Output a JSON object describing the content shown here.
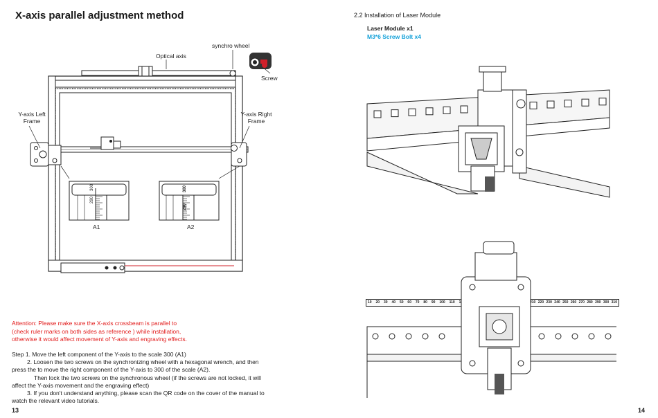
{
  "left_page": {
    "title": "X-axis parallel adjustment method",
    "labels": {
      "synchro_wheel": "synchro wheel",
      "optical_axis": "Optical axis",
      "screw": "Screw",
      "y_left_frame_1": "Y-axis Left",
      "y_left_frame_2": "Frame",
      "y_right_frame_1": "Y-axis Right",
      "y_right_frame_2": "Frame",
      "a1": "A1",
      "a2": "A2"
    },
    "ruler_marks": {
      "a1_low": "290",
      "a1_high": "300",
      "a2_high": "300",
      "a2_low": "290"
    },
    "attention": [
      "Attention: Please make sure the X-axis crossbeam is parallel to",
      "(check ruler marks on both sides as reference ) while installation,",
      "otherwise it would affect movement of Y-axis and engraving effects."
    ],
    "steps": [
      "Step 1. Move the left component of the Y-axis to the scale 300 (A1)",
      "2. Loosen the two screws on the synchronizing wheel with a hexagonal wrench, and then",
      "press the  to move the right component of the Y-axis to 300 of the scale (A2).",
      "Then lock the two screws on the synchronous wheel (if the screws are not locked, it will",
      "affect the Y-axis movement and the engraving effect)",
      "3. If you don't understand anything, please scan the QR code on the cover of the manual to",
      "watch the relevant video tutorials."
    ],
    "page_number": "13"
  },
  "right_page": {
    "section": "2.2  Installation of Laser Module",
    "part_1": "Laser Module x1",
    "part_2": "M3*6 Screw Bolt x4",
    "scale_numbers": [
      "10",
      "20",
      "30",
      "40",
      "50",
      "60",
      "70",
      "80",
      "90",
      "100",
      "110",
      "120"
    ],
    "scale_numbers_right": [
      "210",
      "220",
      "230",
      "240",
      "250",
      "260",
      "270",
      "280",
      "290",
      "300",
      "310"
    ],
    "page_number": "14"
  },
  "colors": {
    "attention": "#e21b1b",
    "accent_blue": "#13a1d9",
    "screw_red": "#d0202a"
  }
}
